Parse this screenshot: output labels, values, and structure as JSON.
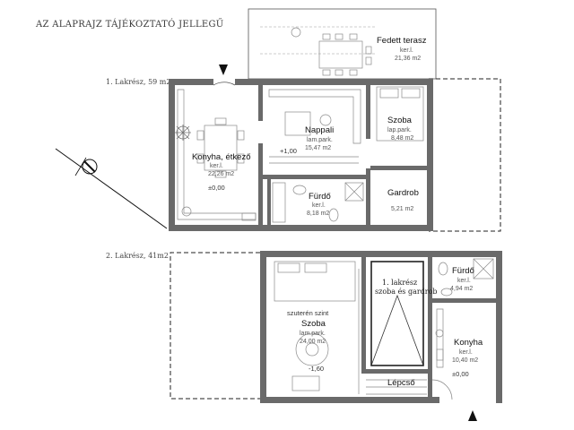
{
  "header": {
    "title": "AZ ALAPRAJZ TÁJÉKOZTATÓ JELLEGŰ"
  },
  "apartment_1": {
    "label": "1. Lakrész, 59 m2",
    "rooms": {
      "terrace": {
        "name": "Fedett terasz",
        "finish": "ker.l.",
        "area": "21,36 m2"
      },
      "kitchen": {
        "name": "Konyha, étkező",
        "finish": "ker.l.",
        "area": "22,26 m2",
        "level": "±0,00"
      },
      "living": {
        "name": "Nappali",
        "finish": "lam.park.",
        "area": "15,47 m2",
        "level": "+1,00"
      },
      "bedroom": {
        "name": "Szoba",
        "finish": "lap.park.",
        "area": "8,48 m2"
      },
      "bath": {
        "name": "Fürdő",
        "finish": "ker.l.",
        "area": "8,18 m2"
      },
      "wardrobe": {
        "name": "Gardrob",
        "area": "5,21 m2"
      }
    }
  },
  "apartment_2": {
    "label": "2. Lakrész, 41m2",
    "rooms": {
      "bedroom": {
        "level_note": "szuterén szint",
        "name": "Szoba",
        "finish": "lam.park.",
        "area": "24,00 m2",
        "level": "-1,60"
      },
      "annex": {
        "line1": "1. lakrész",
        "line2": "szoba és gardrob"
      },
      "bath": {
        "name": "Fürdő",
        "finish": "ker.l.",
        "area": "4,94 m2"
      },
      "kitchen": {
        "name": "Konyha",
        "finish": "ker.l.",
        "area": "10,40 m2",
        "level": "±0,00"
      },
      "stairs": {
        "name": "Lépcső"
      }
    }
  },
  "colors": {
    "wall": "#6a6a6a",
    "line": "#555555",
    "text": "#111111"
  },
  "icons": [
    "north-arrow-icon",
    "entrance-arrow-icon",
    "plant-icon",
    "sink-icon",
    "toilet-icon",
    "bathtub-icon",
    "shower-icon",
    "table-icon",
    "sofa-icon",
    "bed-icon",
    "stove-icon"
  ]
}
